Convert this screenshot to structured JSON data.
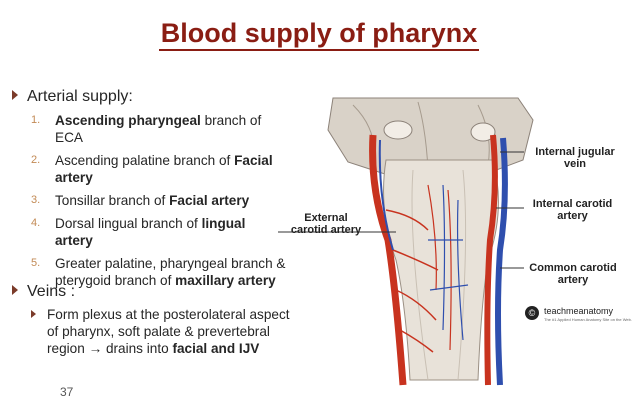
{
  "title": "Blood supply of pharynx",
  "arterial": {
    "heading": "Arterial supply:",
    "items": [
      {
        "num": "1.",
        "pre": "",
        "bold": "Ascending pharyngeal",
        "post": " branch of ECA"
      },
      {
        "num": "2.",
        "pre": "Ascending palatine branch of ",
        "bold": "Facial artery",
        "post": ""
      },
      {
        "num": "3.",
        "pre": "Tonsillar branch of ",
        "bold": "Facial artery",
        "post": ""
      },
      {
        "num": "4.",
        "pre": "Dorsal lingual branch of ",
        "bold": "lingual artery",
        "post": ""
      },
      {
        "num": "5.",
        "pre": "Greater palatine, pharyngeal branch & pterygoid branch of ",
        "bold": "maxillary artery",
        "post": ""
      }
    ]
  },
  "veins": {
    "heading": "Veins :",
    "item": {
      "pre": "Form plexus at the posterolateral aspect of pharynx, soft palate & prevertebral region ",
      "arrow": "→",
      "mid": " drains into ",
      "bold": "facial and IJV"
    }
  },
  "page_number": "37",
  "figure": {
    "labels": {
      "ijv": "Internal jugular vein",
      "ica": "Internal carotid artery",
      "eca": "External carotid artery",
      "cca": "Common carotid artery"
    },
    "logo_text": "teachmeanatomy",
    "logo_sub": "The #1 Applied Human Anatomy Site on the Web."
  },
  "colors": {
    "title": "#8a1d13",
    "artery": "#c8331f",
    "vein": "#2f4fae",
    "numbers": "#c28a55"
  }
}
